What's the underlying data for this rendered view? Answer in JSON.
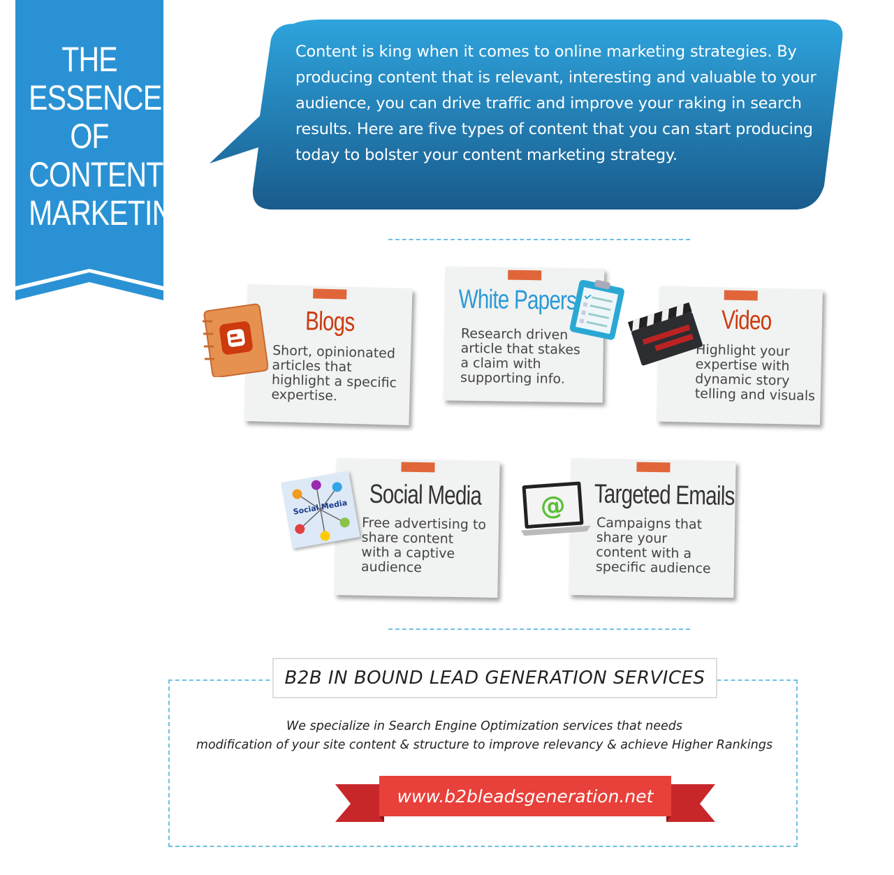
{
  "banner": {
    "title_lines": [
      "THE",
      "ESSENCE",
      "OF",
      "CONTENT",
      "MARKETING"
    ],
    "color": "#2a92d4"
  },
  "intro": {
    "text": "Content is king when it comes to online marketing strategies. By producing  content that is relevant, interesting and valuable to your audience, you can drive traffic and improve your raking in search results. Here are five types of content that you can start producing today to bolster your content marketing strategy."
  },
  "cards": [
    {
      "title": "Blogs",
      "description": "Short, opinionated\narticles that\nhighlight a specific\nexpertise.",
      "icon": "blogger-notebook-icon",
      "title_color": "#cc3a0e"
    },
    {
      "title": "White Papers",
      "description": "Research driven\narticle that stakes\na claim with\nsupporting info.",
      "icon": "clipboard-icon",
      "title_color": "#2a9ad6"
    },
    {
      "title": "Video",
      "description": "Highlight your\nexpertise with\ndynamic story\ntelling and visuals",
      "icon": "clapperboard-icon",
      "title_color": "#cc3a0e"
    },
    {
      "title": "Social Media",
      "description": "Free advertising to\nshare content\nwith a captive\naudience",
      "icon": "social-media-icon",
      "icon_text": "Social Media",
      "title_color": "#333333"
    },
    {
      "title": "Targeted Emails",
      "description": "Campaigns that\nshare your\ncontent with a\nspecific audience",
      "icon": "laptop-email-icon",
      "title_color": "#333333"
    }
  ],
  "services": {
    "title": "B2B IN BOUND LEAD GENERATION SERVICES",
    "line1": "We specialize in Search Engine Optimization services that needs",
    "line2": "modification of your site content & structure to improve relevancy & achieve Higher Rankings",
    "url": "www.b2bleadsgeneration.net",
    "ribbon_color": "#e8403a"
  }
}
